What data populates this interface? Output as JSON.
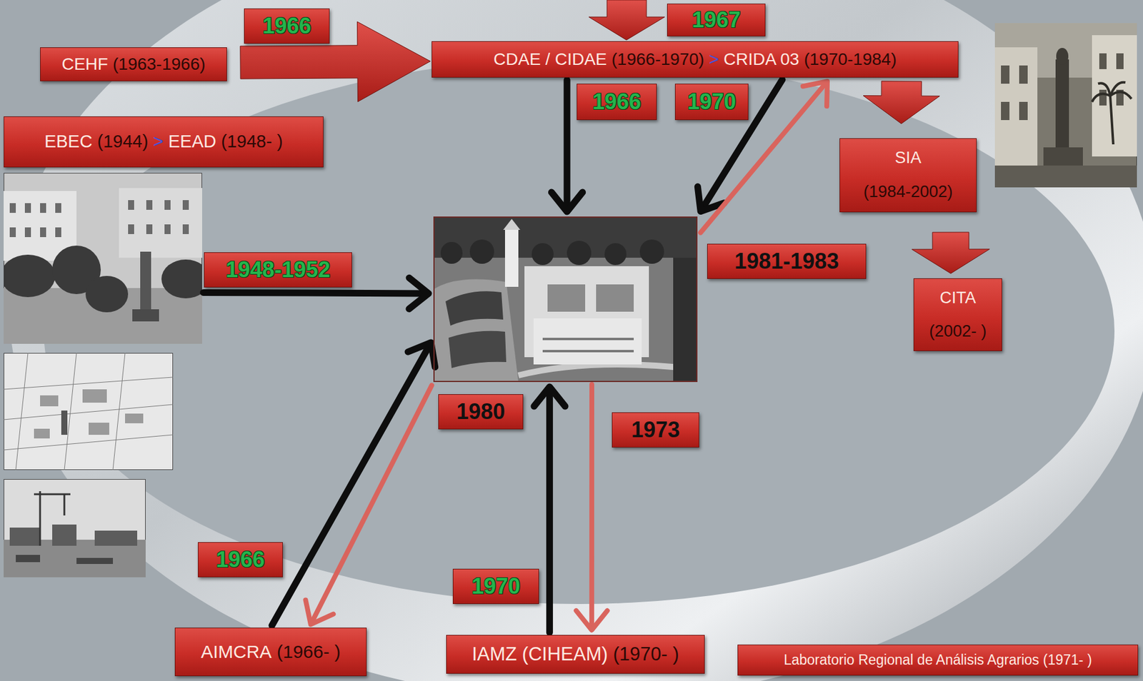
{
  "diagram": {
    "nodes": [
      {
        "text": [
          "CEHF",
          "(1963-1966)"
        ]
      },
      {
        "text": [
          "CDAE / CIDAE",
          "(1966-1970)",
          ">",
          "CRIDA 03",
          "(1970-1984)"
        ]
      },
      {
        "text": [
          "EBEC",
          "(1944)",
          ">",
          "EEAD",
          "(1948- )"
        ]
      },
      {
        "text": [
          "SIA",
          "(1984-2002)"
        ]
      },
      {
        "text": []
      },
      {
        "text": [
          "CITA",
          "(2002- )"
        ]
      },
      {
        "text": [
          "AIMCRA",
          "(1966- )"
        ]
      },
      {
        "text": [
          "IAMZ (CIHEAM)",
          "(1970- )"
        ]
      },
      {
        "text": [
          "Laboratorio Regional de Análisis Agrarios",
          "(1971- )"
        ]
      }
    ],
    "edges": [
      {
        "from": 0,
        "to": 1,
        "arrow": "to",
        "label": "1966"
      },
      {
        "from": 1,
        "to": 4,
        "arrow": "to",
        "label": "1966"
      },
      {
        "from": 1,
        "to": 4,
        "arrow": "to",
        "label": "1970"
      },
      {
        "from": 4,
        "to": 1,
        "arrow": "to",
        "label": "1981-1983"
      },
      {
        "from": 1,
        "to": 3,
        "arrow": "to"
      },
      {
        "from": 3,
        "to": 5,
        "arrow": "to"
      },
      {
        "from": 2,
        "to": 4,
        "arrow": "to",
        "label": "1948-1952"
      },
      {
        "from": 6,
        "to": 4,
        "arrow": "to",
        "label": "1966"
      },
      {
        "from": 4,
        "to": 6,
        "arrow": "to",
        "label": "1980"
      },
      {
        "from": 7,
        "to": 4,
        "arrow": "to",
        "label": "1970"
      },
      {
        "from": 4,
        "to": 7,
        "arrow": "to",
        "label": "1973"
      }
    ],
    "labels": [
      "1967"
    ]
  }
}
